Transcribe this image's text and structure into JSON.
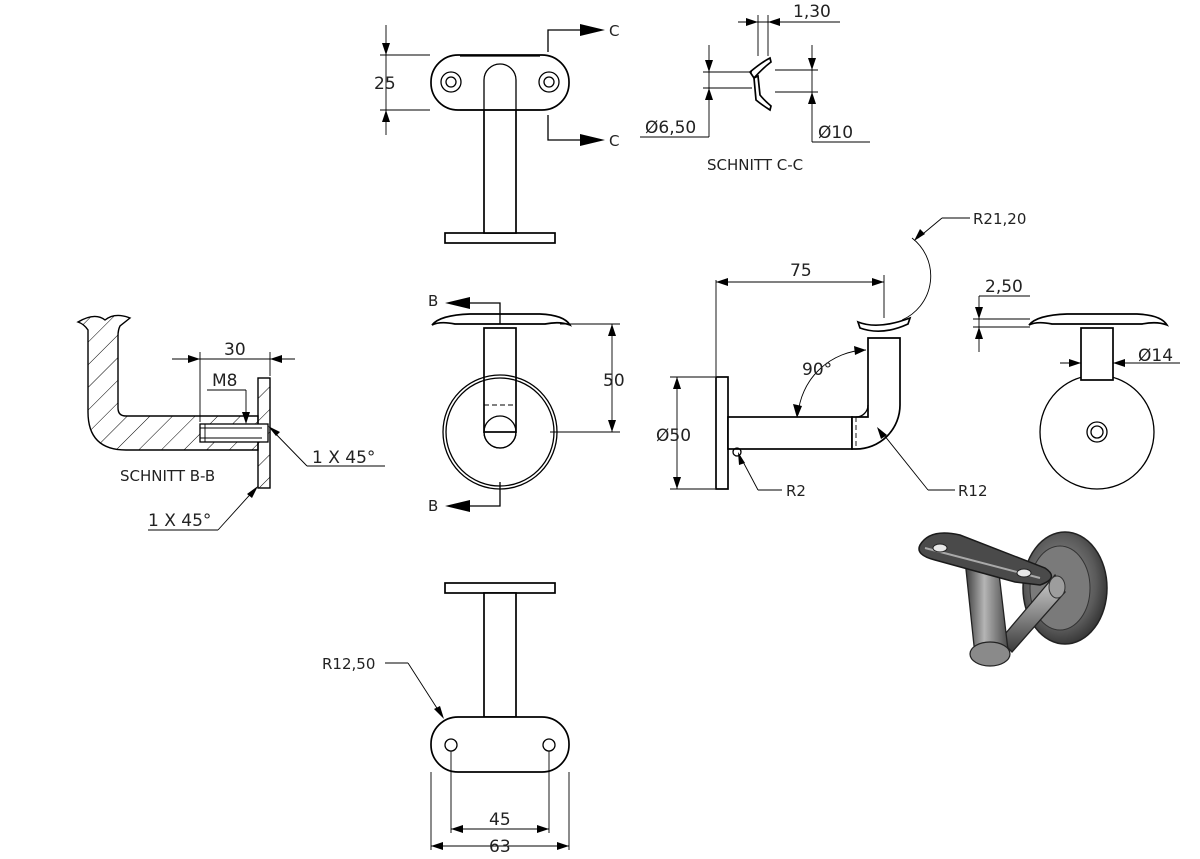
{
  "labels": {
    "section_cc_title": "SCHNITT C-C",
    "section_bb_title": "SCHNITT B-B",
    "cut_c": "C",
    "cut_b": "B"
  },
  "dimensions": {
    "d25": "25",
    "d1_30": "1,30",
    "d6_50": "Ø6,50",
    "d10": "Ø10",
    "r21_20": "R21,20",
    "d75": "75",
    "d2_50": "2,50",
    "d14": "Ø14",
    "d30": "30",
    "m8": "M8",
    "chamfer1": "1 X 45°",
    "chamfer2": "1 X 45°",
    "d50_vert": "50",
    "d90": "90°",
    "d50_dia": "Ø50",
    "r2": "R2",
    "r12": "R12",
    "r12_50": "R12,50",
    "d45": "45",
    "d63": "63"
  },
  "colors": {
    "line": "#000000",
    "text": "#222222",
    "background": "#ffffff",
    "render_dark": "#3d3d3d",
    "render_mid": "#8a8a8a",
    "render_light": "#cfcfcf"
  }
}
